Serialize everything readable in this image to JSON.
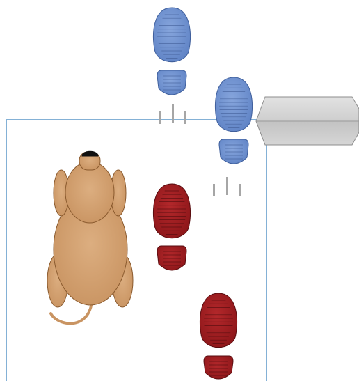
{
  "scene": {
    "colors": {
      "background": "#ffffff",
      "room_outline": "#5b97c8",
      "blue_footprint": "#6f92d2",
      "blue_footprint_stroke": "#3f5f9c",
      "red_footprint": "#a11f22",
      "red_footprint_stroke": "#5a0d10",
      "dog_body": "#d4a373",
      "dog_stroke": "#8a5a2e",
      "dog_nose": "#111111",
      "door_light": "#e2e2e2",
      "door_dark": "#b9b9b9",
      "door_stroke": "#8c8c8c",
      "motion_marks": "#a6a6a6"
    },
    "elements": {
      "room": "room-outline",
      "door": "door-arrow-shape",
      "dog": "dog-top-view",
      "blue_prints": "blue-footprints",
      "red_prints": "red-footprints"
    }
  }
}
